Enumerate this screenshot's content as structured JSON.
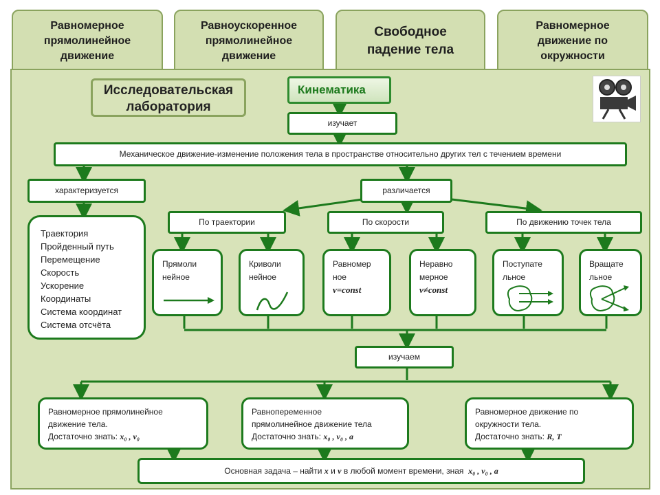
{
  "tabs": [
    {
      "label": "Равномерное\nпрямолинейное\nдвижение"
    },
    {
      "label": "Равноускоренное\nпрямолинейное\nдвижение"
    },
    {
      "label": "Свободное\nпадение тела"
    },
    {
      "label": "Равномерное\nдвижение по\nокружности"
    }
  ],
  "lab_title": "Исследовательская\nлаборатория",
  "kinematics": "Кинематика",
  "studies": "изучает",
  "definition": "Механическое движение-изменение положения тела в пространстве относительно других тел с течением времени",
  "characterized": "характеризуется",
  "distinguished": "различается",
  "characteristics": [
    "Траектория",
    "Пройденный путь",
    "Перемещение",
    "Скорость",
    "Ускорение",
    "Координаты",
    "Система координат",
    "Система отсчёта"
  ],
  "categories": {
    "trajectory": "По траектории",
    "speed": "По скорости",
    "points": "По движению точек тела"
  },
  "types": {
    "straight": "Прямоли\nнейное",
    "curved": "Криволи\nнейное",
    "uniform": "Равномер\nное",
    "uniform_formula": "v=const",
    "nonuniform": "Неравно\nмерное",
    "nonuniform_formula": "v≠const",
    "translational": "Поступате\nльное",
    "rotational": "Вращате\nльное"
  },
  "we_study": "изучаем",
  "studied": [
    {
      "text": "Равномерное прямолинейное\nдвижение тела.",
      "know_label": "Достаточно знать:",
      "know": "x₀ , v₀"
    },
    {
      "text": "Равнопеременное\nпрямолинейное движение тела",
      "know_label": "Достаточно знать:",
      "know": "x₀ , v₀ , a"
    },
    {
      "text": "Равномерное движение по\nокружности тела.",
      "know_label": "Достаточно знать:",
      "know": "R, T"
    }
  ],
  "main_task": {
    "prefix": "Основная задача – найти",
    "x": "x",
    "and": "и",
    "v": "v",
    "suffix": "в любой момент времени, зная",
    "vars": "x₀ , v₀ , a"
  },
  "colors": {
    "panel": "#d8e3b9",
    "border": "#1d7a1d",
    "tab_border": "#8aa35e"
  },
  "icons": {
    "projector": "film-projector-icon"
  }
}
